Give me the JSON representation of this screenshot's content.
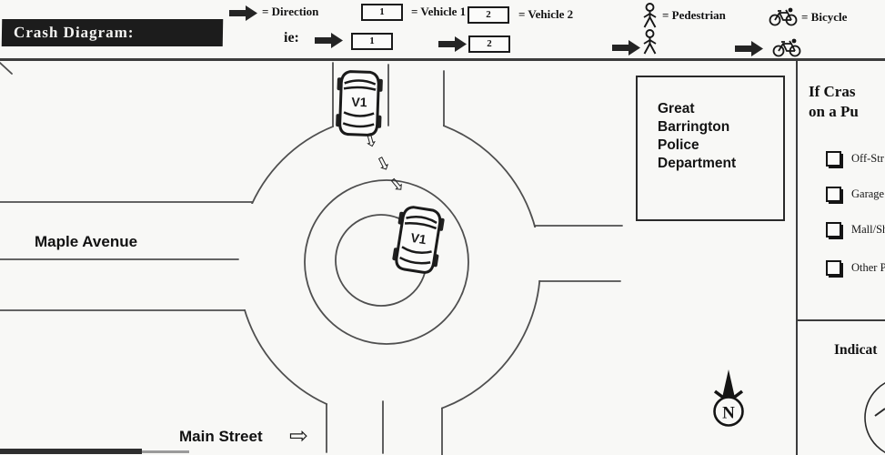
{
  "header": {
    "title": "Crash Diagram:",
    "legend": {
      "direction_label": "= Direction",
      "vehicle1_symbol": "1",
      "vehicle1_label": "= Vehicle 1",
      "vehicle2_symbol": "2",
      "vehicle2_label": "= Vehicle 2",
      "pedestrian_label": "= Pedestrian",
      "bicycle_label": "= Bicycle",
      "example_label": "ie:"
    }
  },
  "diagram": {
    "street_west": "Maple Avenue",
    "street_south": "Main Street",
    "location_box": {
      "line1": "Great",
      "line2": "Barrington",
      "line3": "Police",
      "line4": "Department"
    },
    "vehicle1_label": "V1",
    "vehicle2_label": "V1",
    "compass_letter": "N"
  },
  "right_panel": {
    "heading_line1": "If Cras",
    "heading_line2": "on a Pu",
    "checkboxes": [
      {
        "label": "Off-Str",
        "checked": false
      },
      {
        "label": "Garage",
        "checked": false
      },
      {
        "label": "Mall/Sh",
        "checked": false
      },
      {
        "label": "Other P",
        "checked": false
      }
    ],
    "section2_heading": "Indicat"
  },
  "icons": {
    "travel_arrow": "⇩",
    "street_arrow": "⇨"
  },
  "colors": {
    "ink": "#1c1c1c",
    "road_line": "#4f4f4f",
    "paper": "#f8f8f6"
  }
}
